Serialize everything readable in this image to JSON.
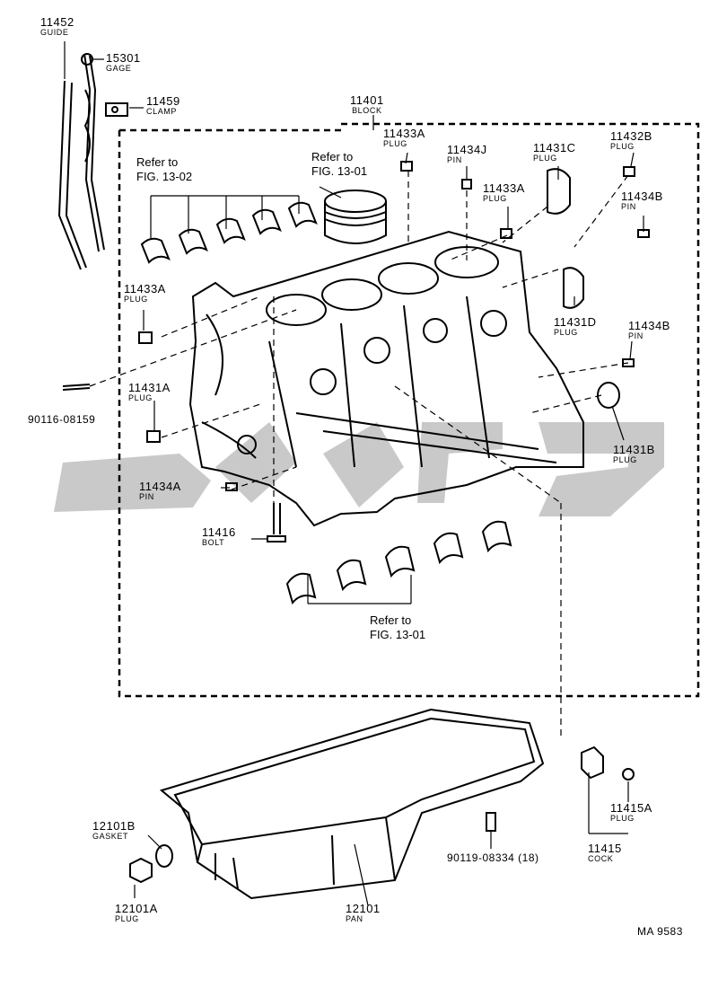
{
  "parts": {
    "p11452": {
      "number": "11452",
      "name": "GUIDE"
    },
    "p15301": {
      "number": "15301",
      "name": "GAGE"
    },
    "p11459": {
      "number": "11459",
      "name": "CLAMP"
    },
    "p11401": {
      "number": "11401",
      "name": "BLOCK"
    },
    "p11433A_top": {
      "number": "11433A",
      "name": "PLUG"
    },
    "p11434J": {
      "number": "11434J",
      "name": "PIN"
    },
    "p11431C": {
      "number": "11431C",
      "name": "PLUG"
    },
    "p11432B": {
      "number": "11432B",
      "name": "PLUG"
    },
    "p11433A_mid": {
      "number": "11433A",
      "name": "PLUG"
    },
    "p11434B_top": {
      "number": "11434B",
      "name": "PIN"
    },
    "p11433A_left": {
      "number": "11433A",
      "name": "PLUG"
    },
    "p11431D": {
      "number": "11431D",
      "name": "PLUG"
    },
    "p11434B_right": {
      "number": "11434B",
      "name": "PIN"
    },
    "p11431A": {
      "number": "11431A",
      "name": "PLUG"
    },
    "p11431B": {
      "number": "11431B",
      "name": "PLUG"
    },
    "p11434A": {
      "number": "11434A",
      "name": "PIN"
    },
    "p11416": {
      "number": "11416",
      "name": "BOLT"
    },
    "p11415A": {
      "number": "11415A",
      "name": "PLUG"
    },
    "p11415": {
      "number": "11415",
      "name": "COCK"
    },
    "p12101B": {
      "number": "12101B",
      "name": "GASKET"
    },
    "p12101A": {
      "number": "12101A",
      "name": "PLUG"
    },
    "p12101": {
      "number": "12101",
      "name": "PAN"
    }
  },
  "codes": {
    "c1": "90116-08159",
    "c2": "90119-08334 (18)",
    "drawing_id": "MA  9583"
  },
  "refs": {
    "r1": {
      "line1": "Refer to",
      "line2": "FIG. 13-02"
    },
    "r2": {
      "line1": "Refer to",
      "line2": "FIG. 13-01"
    },
    "r3": {
      "line1": "Refer to",
      "line2": "FIG. 13-01"
    }
  },
  "colors": {
    "ink": "#000000",
    "watermark": "#c8c8c8",
    "background": "#ffffff"
  }
}
